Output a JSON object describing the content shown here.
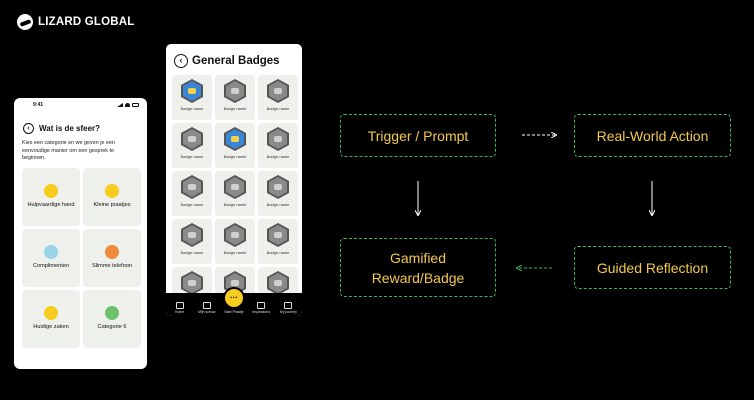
{
  "brand": {
    "logo_text": "LIZARD GLOBAL",
    "logo_icon": "lizard-logo-icon"
  },
  "phone_left": {
    "status_time": "9:41",
    "back_icon": "chevron-left-icon",
    "title": "Wat is de sfeer?",
    "description": "Kies een categorie en we geven je een eenvoudige manier om een gesprek te beginnen.",
    "categories": [
      {
        "label": "Hulpvaardige hand",
        "icon": "helping-hand-icon",
        "color": "#f6cd1f"
      },
      {
        "label": "Kleine praatjes",
        "icon": "chat-bubble-icon",
        "color": "#f6cd1f"
      },
      {
        "label": "Complimenten",
        "icon": "compliment-icon",
        "color": "#9ad3e8"
      },
      {
        "label": "Slimme telefoon",
        "icon": "smartphone-icon",
        "color": "#f08a3c"
      },
      {
        "label": "Huidige zaken",
        "icon": "lightbulb-icon",
        "color": "#f6cd1f"
      },
      {
        "label": "Categorie 6",
        "icon": "category-icon",
        "color": "#6fc06a"
      }
    ]
  },
  "phone_right": {
    "back_icon": "chevron-left-icon",
    "title": "General Badges",
    "badge_label": "Badge name",
    "badges_active": [
      0,
      4
    ],
    "badge_count": 15,
    "tabs": [
      {
        "label": "Home",
        "icon": "home-icon"
      },
      {
        "label": "Mijn sceuw",
        "icon": "graduation-icon"
      },
      {
        "label": "Start Praatje",
        "icon": "chat-bubble-icon",
        "center": true
      },
      {
        "label": "Inspirations",
        "icon": "lightbulb-icon"
      },
      {
        "label": "My journey",
        "icon": "journey-icon"
      }
    ]
  },
  "flow": {
    "trigger": "Trigger / Prompt",
    "action": "Real-World Action",
    "reward_line1": "Gamified",
    "reward_line2": "Reward/Badge",
    "reflection": "Guided Reflection",
    "box_border_color": "#3db35e",
    "text_color": "#f2c94c"
  }
}
